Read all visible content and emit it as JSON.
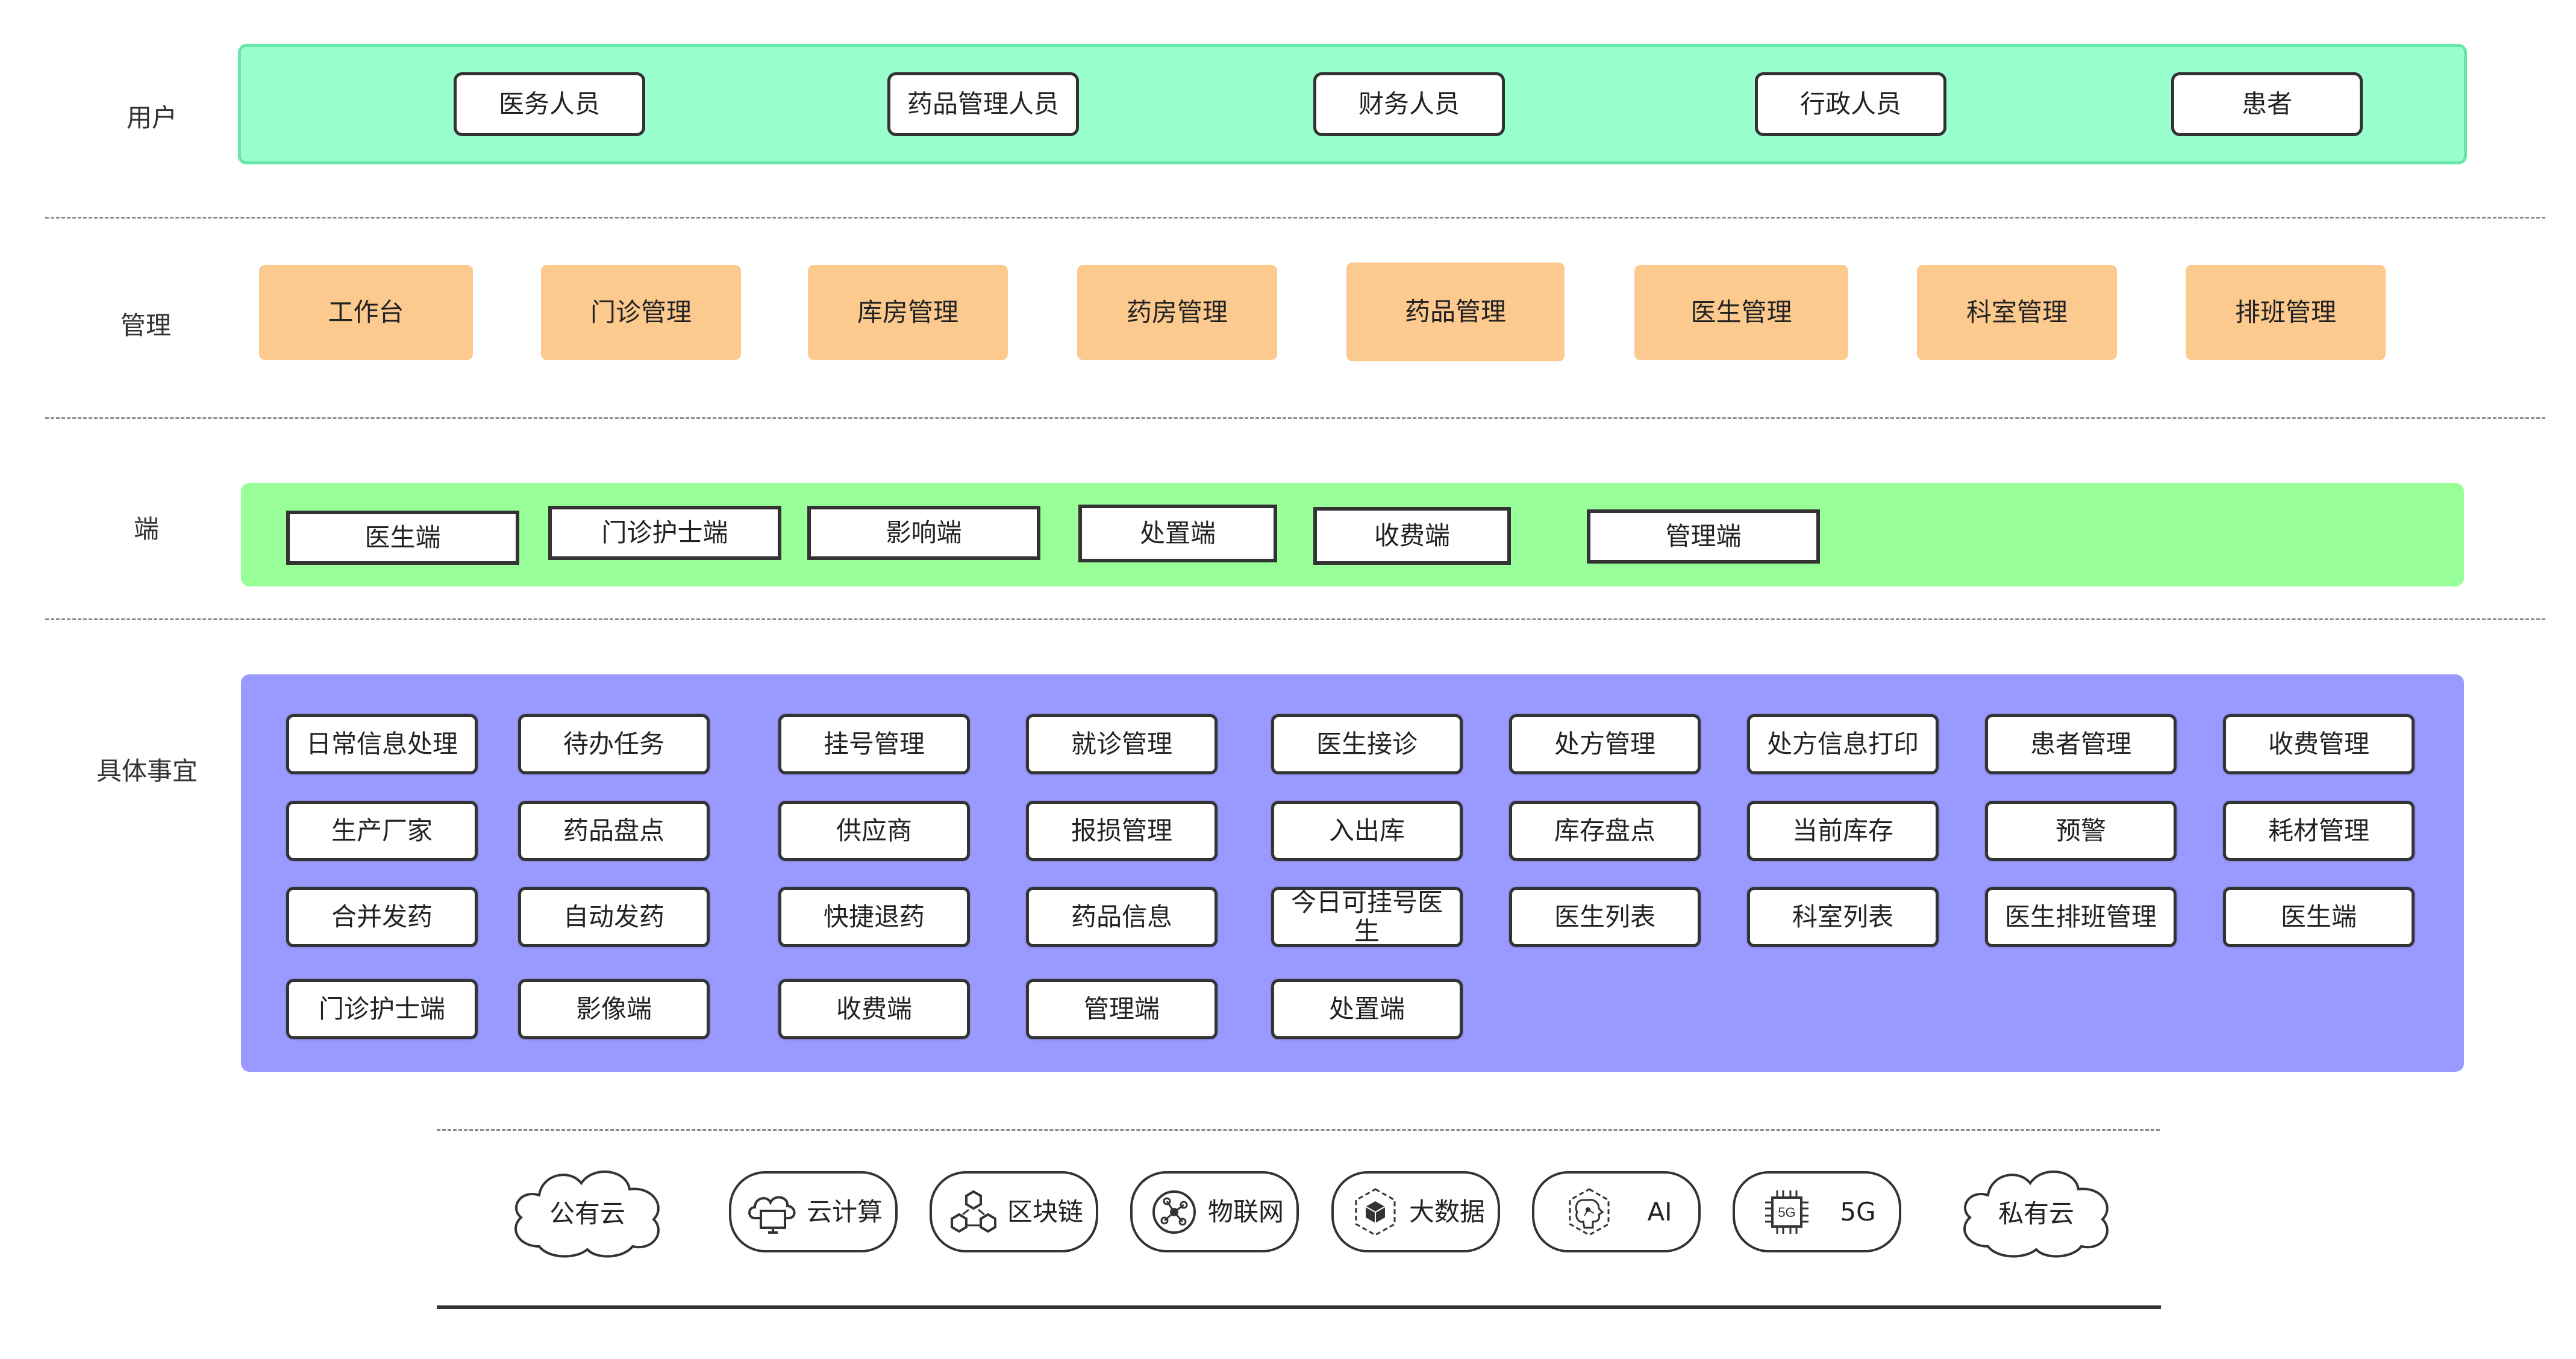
{
  "rows": {
    "users": "用户",
    "management": "管理",
    "terminals": "端",
    "tasks": "具体事宜"
  },
  "users": [
    "医务人员",
    "药品管理人员",
    "财务人员",
    "行政人员",
    "患者"
  ],
  "management": [
    "工作台",
    "门诊管理",
    "库房管理",
    "药房管理",
    "药品管理",
    "医生管理",
    "科室管理",
    "排班管理"
  ],
  "terminals": [
    "医生端",
    "门诊护士端",
    "影响端",
    "处置端",
    "收费端",
    "管理端"
  ],
  "tasks": [
    [
      "日常信息处理",
      "待办任务",
      "挂号管理",
      "就诊管理",
      "医生接诊",
      "处方管理",
      "处方信息打印",
      "患者管理",
      "收费管理"
    ],
    [
      "生产厂家",
      "药品盘点",
      "供应商",
      "报损管理",
      "入出库",
      "库存盘点",
      "当前库存",
      "预警",
      "耗材管理"
    ],
    [
      "合并发药",
      "自动发药",
      "快捷退药",
      "药品信息",
      "今日可挂号医生",
      "医生列表",
      "科室列表",
      "医生排班管理",
      "医生端"
    ],
    [
      "门诊护士端",
      "影像端",
      "收费端",
      "管理端",
      "处置端"
    ]
  ],
  "infrastructure": {
    "public_cloud": "公有云",
    "cloud_computing": "云计算",
    "blockchain": "区块链",
    "iot": "物联网",
    "big_data": "大数据",
    "ai": "AI",
    "five_g": "5G",
    "five_g_chip": "5G",
    "private_cloud": "私有云"
  },
  "colors": {
    "users_band": "#99ffcc",
    "users_band_border": "#66e6a8",
    "management_box": "#fcc98f",
    "terminals_band": "#99ff99",
    "tasks_band": "#9999ff"
  }
}
